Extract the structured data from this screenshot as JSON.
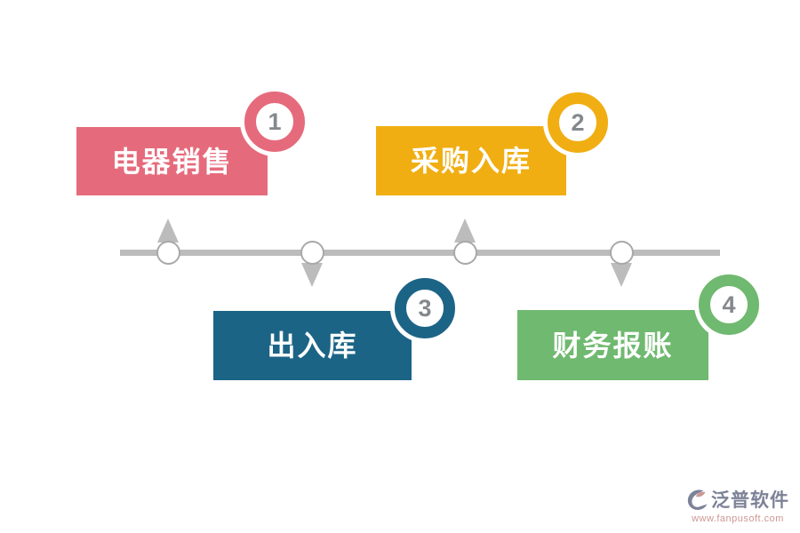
{
  "diagram": {
    "steps": [
      {
        "number": "1",
        "label": "电器销售",
        "color": "#e56b7c"
      },
      {
        "number": "2",
        "label": "采购入库",
        "color": "#f0ae12"
      },
      {
        "number": "3",
        "label": "出入库",
        "color": "#1c6486"
      },
      {
        "number": "4",
        "label": "财务报账",
        "color": "#70b970"
      }
    ],
    "timeline": {
      "line_color": "#bcbcbc",
      "arrow_color": "#bcbcbc",
      "node_fill": "#ffffff",
      "node_border": "#a8a8a8"
    },
    "number_color": "#85888c",
    "label_color": "#ffffff"
  },
  "watermark": {
    "brand": "泛普软件",
    "url": "www.fanpusoft.com",
    "brand_color": "#7d8297",
    "url_color": "#cc9893"
  }
}
